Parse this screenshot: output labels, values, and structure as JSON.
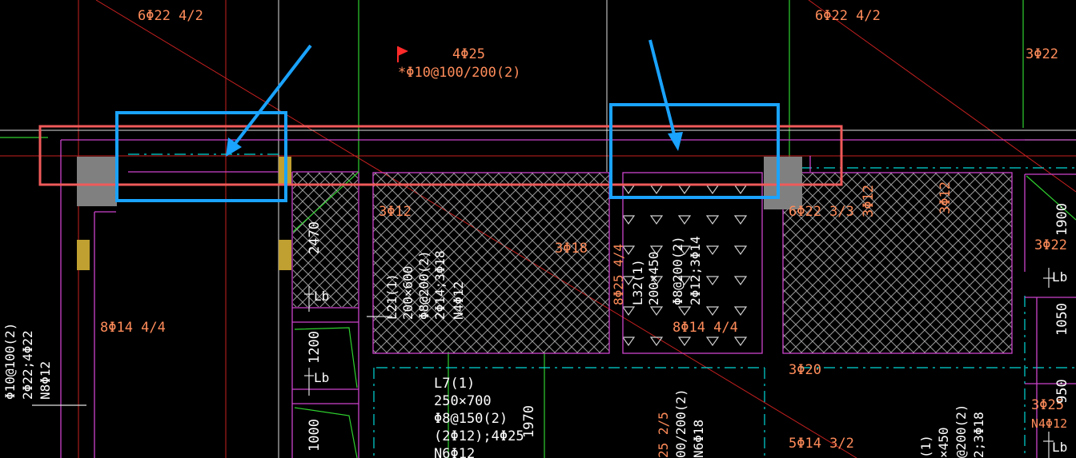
{
  "colors": {
    "background": "#000000",
    "rebar_text": "#ff8c5a",
    "beam_text": "#ffffff",
    "beam_edge": "#cc44cc",
    "axis_line": "#2fd02f",
    "dash_line": "#00d8d8",
    "highlight_box": "#f05a5a",
    "callout": "#1aa3ff",
    "column_fill": "#808080",
    "column_small": "#c0a030"
  },
  "top_labels": {
    "left_rebar": "6Φ22 4/2",
    "center_rebar": "4Φ25",
    "center_stirrup": "*Φ10@100/200(2)",
    "right_rebar": "6Φ22 4/2",
    "far_right_rebar": "3Φ22"
  },
  "bottom_rebar": {
    "left_8phi14": "8Φ14 4/4",
    "center_8phi14": "8Φ14 4/4",
    "phi12_a": "3Φ12",
    "phi18": "3Φ18",
    "phi12_b": "3Φ12",
    "phi12_c": "3Φ12",
    "phi22_33": "6Φ22 3/3",
    "phi20": "3Φ20",
    "phi14_32": "5Φ14 3/2",
    "phi22_right": "3Φ22",
    "phi25_right": "3Φ25",
    "n4phi12": "N4Φ12"
  },
  "dimensions": {
    "d2470": "2470",
    "d1200": "1200",
    "d1000": "1000",
    "d1970": "1970",
    "d1900": "1900",
    "d1050": "1050",
    "d950": "950",
    "lb": "Lb"
  },
  "beam_L21": [
    "L21(1)",
    "200×600",
    "Φ8@200(2)",
    "2Φ14;3Φ18",
    "N4Φ12"
  ],
  "beam_L32": [
    "L32(1)",
    "200×450",
    "Φ8@200(2)",
    "2Φ12;3Φ14"
  ],
  "beam_L32_side": "8Φ25 4/4",
  "beam_L7": [
    "L7(1)",
    "250×700",
    "Φ8@150(2)",
    "(2Φ12);4Φ25",
    "N6Φ12"
  ],
  "beam_left": [
    "Φ10@100(2)",
    "2Φ22;4Φ22",
    "N8Φ12"
  ],
  "beam_bottom_partial": [
    "25 2/5",
    "00/200(2)",
    "N6Φ18"
  ],
  "beam_right_partial": [
    "(1)",
    "×450",
    "@200(2)",
    "2;3Φ18"
  ]
}
